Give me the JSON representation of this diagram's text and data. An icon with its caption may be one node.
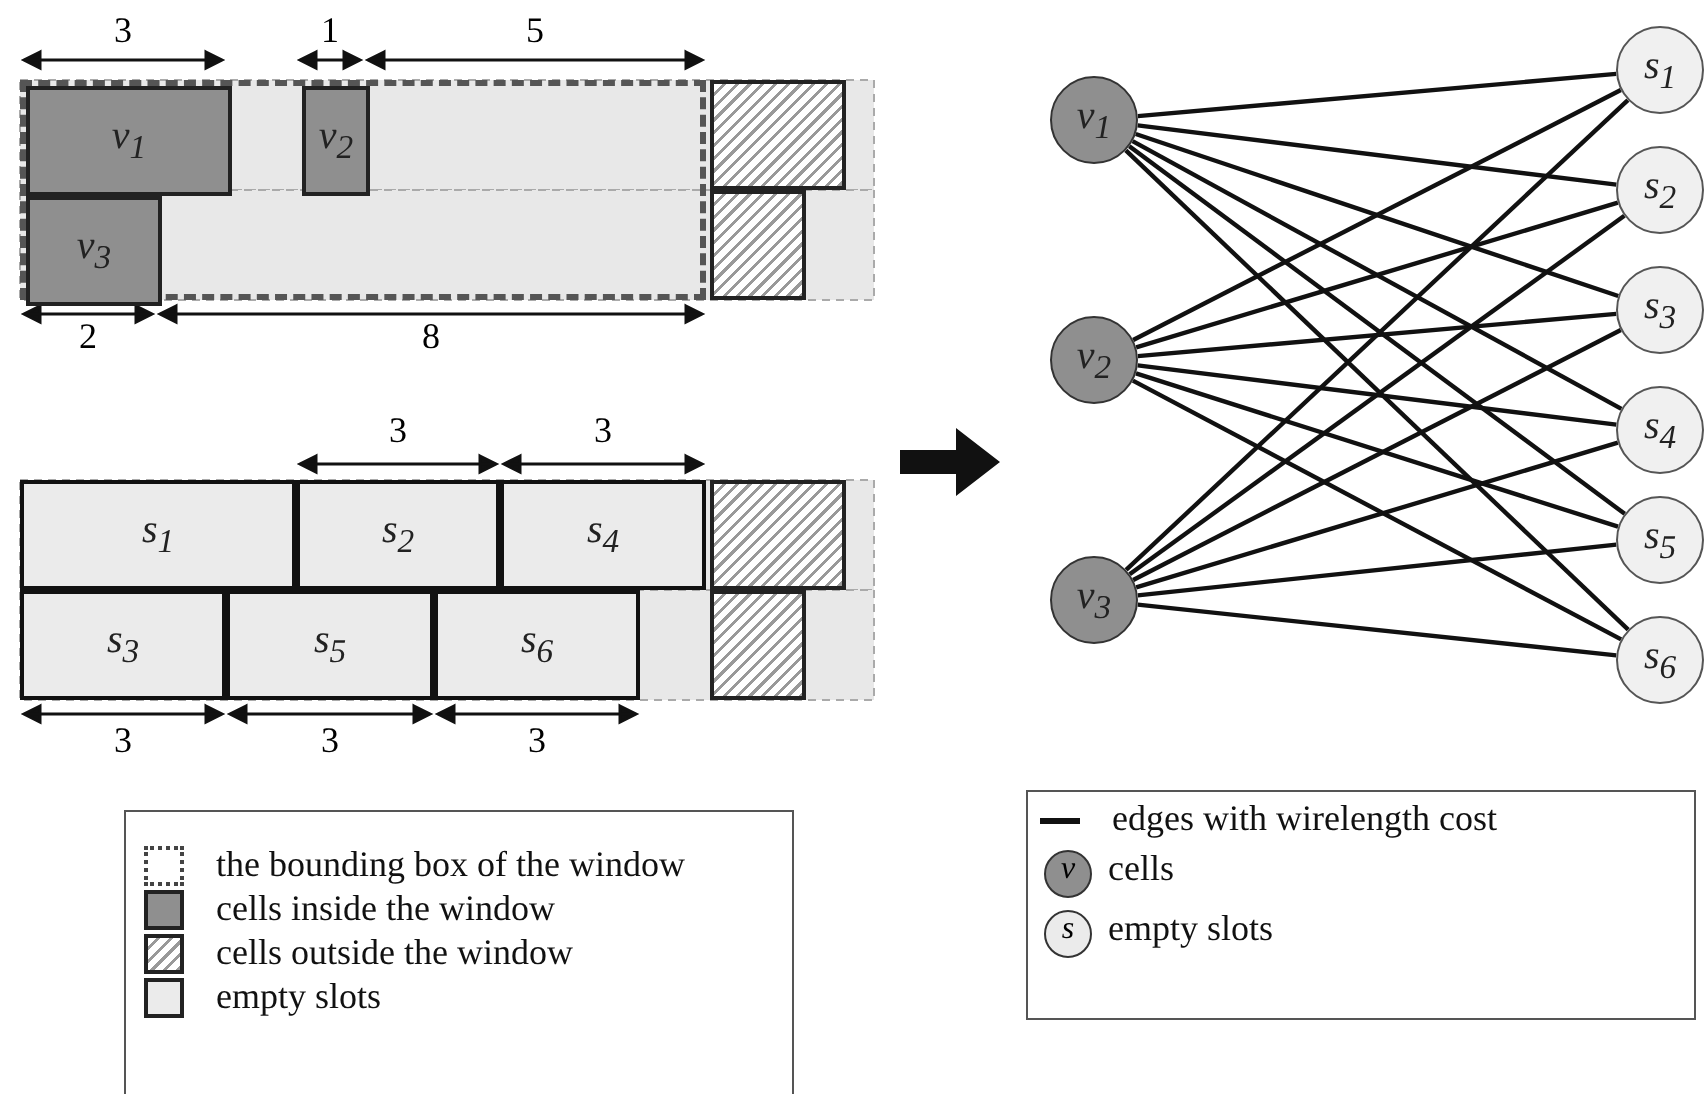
{
  "diagram": {
    "nodes": [
      {
        "text": [],
        "shape": "box"
      },
      {
        "text": [
          "v$_{1}$"
        ],
        "in": 0
      },
      {
        "text": [
          "v$_{2}$"
        ],
        "in": 0
      },
      {
        "text": [],
        "shape": "box"
      },
      {
        "text": [
          "v$_{3}$"
        ],
        "in": 0
      },
      {
        "text": [],
        "shape": "box"
      },
      {
        "text": [
          "s$_{1}$"
        ]
      },
      {
        "text": [
          "s$_{2}$"
        ]
      },
      {
        "text": [
          "s$_{4}$"
        ]
      },
      {
        "text": [],
        "shape": "box"
      },
      {
        "text": [
          "s$_{3}$"
        ]
      },
      {
        "text": [
          "s$_{5}$"
        ]
      },
      {
        "text": [
          "s$_{6}$"
        ]
      },
      {
        "text": [],
        "shape": "box"
      },
      {
        "text": [
          "v$_{1}$"
        ]
      },
      {
        "text": [
          "v$_{2}$"
        ]
      },
      {
        "text": [
          "v$_{3}$"
        ]
      },
      {
        "text": [
          "s$_{1}$"
        ]
      },
      {
        "text": [
          "s$_{2}$"
        ]
      },
      {
        "text": [
          "s$_{3}$"
        ]
      },
      {
        "text": [
          "s$_{4}$"
        ]
      },
      {
        "text": [
          "s$_{5}$"
        ]
      },
      {
        "text": [
          "s$_{6}$"
        ]
      }
    ],
    "edges": [
      {
        "from": 14,
        "to": 17,
        "arrow": "none"
      },
      {
        "from": 14,
        "to": 18,
        "arrow": "none"
      },
      {
        "from": 14,
        "to": 19,
        "arrow": "none"
      },
      {
        "from": 14,
        "to": 20,
        "arrow": "none"
      },
      {
        "from": 14,
        "to": 21,
        "arrow": "none"
      },
      {
        "from": 14,
        "to": 22,
        "arrow": "none"
      },
      {
        "from": 15,
        "to": 17,
        "arrow": "none"
      },
      {
        "from": 15,
        "to": 18,
        "arrow": "none"
      },
      {
        "from": 15,
        "to": 19,
        "arrow": "none"
      },
      {
        "from": 15,
        "to": 20,
        "arrow": "none"
      },
      {
        "from": 15,
        "to": 21,
        "arrow": "none"
      },
      {
        "from": 15,
        "to": 22,
        "arrow": "none"
      },
      {
        "from": 16,
        "to": 17,
        "arrow": "none"
      },
      {
        "from": 16,
        "to": 18,
        "arrow": "none"
      },
      {
        "from": 16,
        "to": 19,
        "arrow": "none"
      },
      {
        "from": 16,
        "to": 20,
        "arrow": "none"
      },
      {
        "from": 16,
        "to": 21,
        "arrow": "none"
      },
      {
        "from": 16,
        "to": 22,
        "arrow": "none"
      }
    ],
    "labels": [
      "3",
      "1",
      "5",
      "2",
      "8",
      "3",
      "3",
      "3",
      "3",
      "3",
      "v",
      "s"
    ],
    "legend": [
      {
        "text": "the bounding box of the window"
      },
      {
        "text": "cells inside the window",
        "color": "#8f8f8f"
      },
      {
        "text": "cells outside the window"
      },
      {
        "text": "empty slots",
        "color": "#ebebeb"
      },
      {
        "text": "edges with wirelength cost"
      },
      {
        "text": "cells",
        "color": "#8f8f8f"
      },
      {
        "text": "empty slots",
        "color": "#ebebeb"
      }
    ]
  }
}
